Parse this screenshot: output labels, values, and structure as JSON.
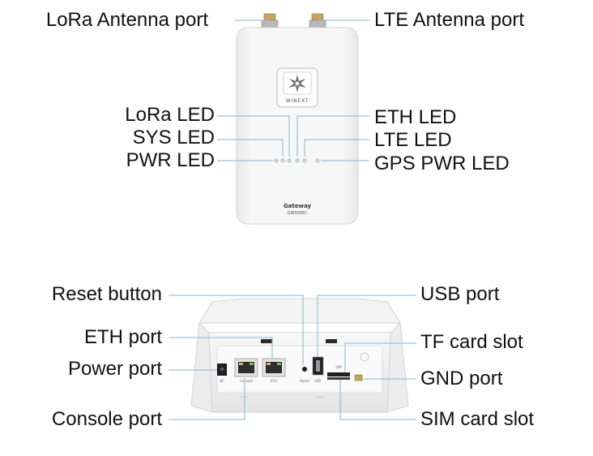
{
  "top_view": {
    "labels": {
      "lora_antenna": "LoRa Antenna port",
      "lte_antenna": "LTE Antenna port",
      "lora_led": "LoRa LED",
      "sys_led": "SYS LED",
      "pwr_led": "PWR LED",
      "eth_led": "ETH LED",
      "lte_led": "LTE LED",
      "gps_pwr_led": "GPS PWR LED"
    },
    "device": {
      "brand": "WINEXT",
      "model_title": "Gateway",
      "model_code": "GW300EC"
    }
  },
  "bottom_view": {
    "labels": {
      "reset_button": "Reset button",
      "eth_port": "ETH port",
      "power_port": "Power port",
      "console_port": "Console port",
      "usb_port": "USB port",
      "tf_card_slot": "TF card slot",
      "gnd_port": "GND port",
      "sim_card_slot": "SIM card slot"
    },
    "port_marks": {
      "dc": "DC",
      "console": "Console",
      "eth": "ETH",
      "reset": "Reset",
      "usb": "USB",
      "sim": "SIM"
    }
  },
  "colors": {
    "leader_line": "#7fb8dc",
    "text": "#111111",
    "device_body": "#f4f4f4"
  }
}
